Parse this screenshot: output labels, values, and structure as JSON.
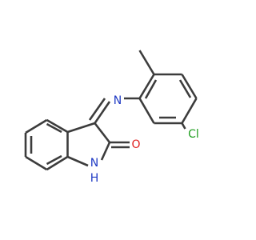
{
  "molecule": {
    "atoms": {
      "N_imine": {
        "label": "N",
        "color": "#1f3ac4"
      },
      "Cl": {
        "label": "Cl",
        "color": "#1e9e1e"
      },
      "O": {
        "label": "O",
        "color": "#e02020"
      },
      "NH_N": {
        "label": "N",
        "color": "#1f3ac4"
      },
      "NH_H": {
        "label": "H",
        "color": "#1f3ac4"
      }
    },
    "bond_color": "#3c3c3c"
  }
}
